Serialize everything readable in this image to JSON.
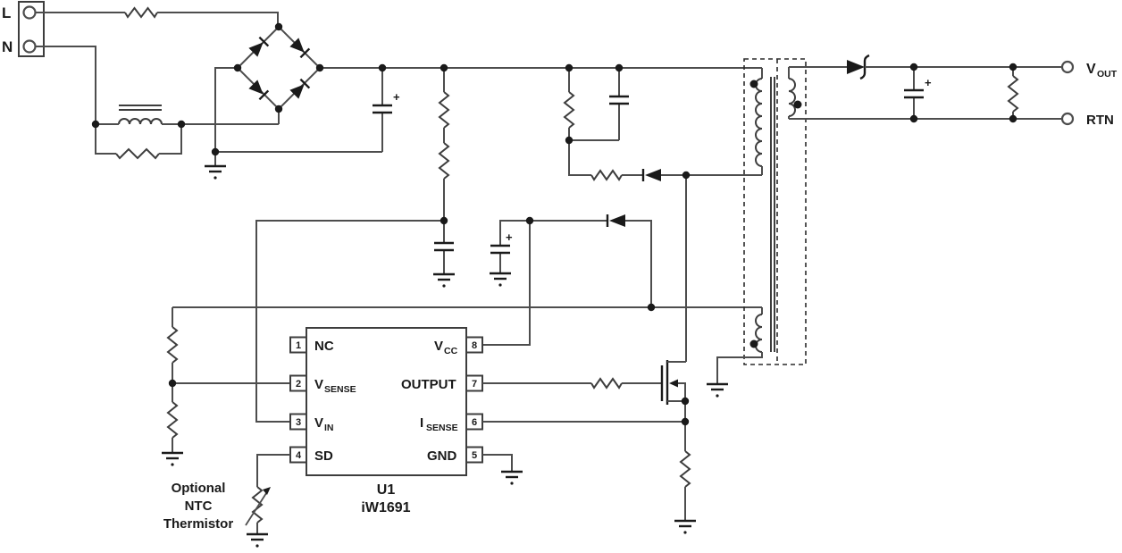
{
  "terminals": {
    "line": "L",
    "neutral": "N"
  },
  "outputs": {
    "vout_main": "V",
    "vout_sub": "OUT",
    "rtn": "RTN"
  },
  "ic": {
    "ref": "U1",
    "part": "iW1691",
    "pins_left": [
      {
        "num": "1",
        "name": "NC",
        "sub": ""
      },
      {
        "num": "2",
        "name": "V",
        "sub": "SENSE"
      },
      {
        "num": "3",
        "name": "V",
        "sub": "IN"
      },
      {
        "num": "4",
        "name": "SD",
        "sub": ""
      }
    ],
    "pins_right": [
      {
        "num": "8",
        "name": "V",
        "sub": "CC"
      },
      {
        "num": "7",
        "name": "OUTPUT",
        "sub": ""
      },
      {
        "num": "6",
        "name": "I",
        "sub": "SENSE"
      },
      {
        "num": "5",
        "name": "GND",
        "sub": ""
      }
    ]
  },
  "annotations": {
    "thermistor_line1": "Optional",
    "thermistor_line2": "NTC",
    "thermistor_line3": "Thermistor"
  },
  "symbols": {
    "plus": "+"
  },
  "colors": {
    "wire": "#4d4d4d",
    "component": "#1a1a1a",
    "text": "#1a1a1a",
    "background": "#ffffff"
  }
}
